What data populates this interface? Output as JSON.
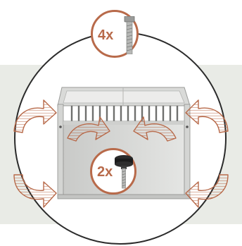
{
  "figure": {
    "screw_badge": {
      "quantity_label": "4x",
      "icon": "screw-icon"
    },
    "knob_badge": {
      "quantity_label": "2x",
      "icon": "knob-screw-icon"
    },
    "rotate_arrows": {
      "icon": "rotate-arrow-icon",
      "count": 6
    },
    "colors": {
      "accent": "#b86a4a",
      "background_band": "#e9ebe6",
      "circle_outline": "#2b2b2b"
    }
  }
}
